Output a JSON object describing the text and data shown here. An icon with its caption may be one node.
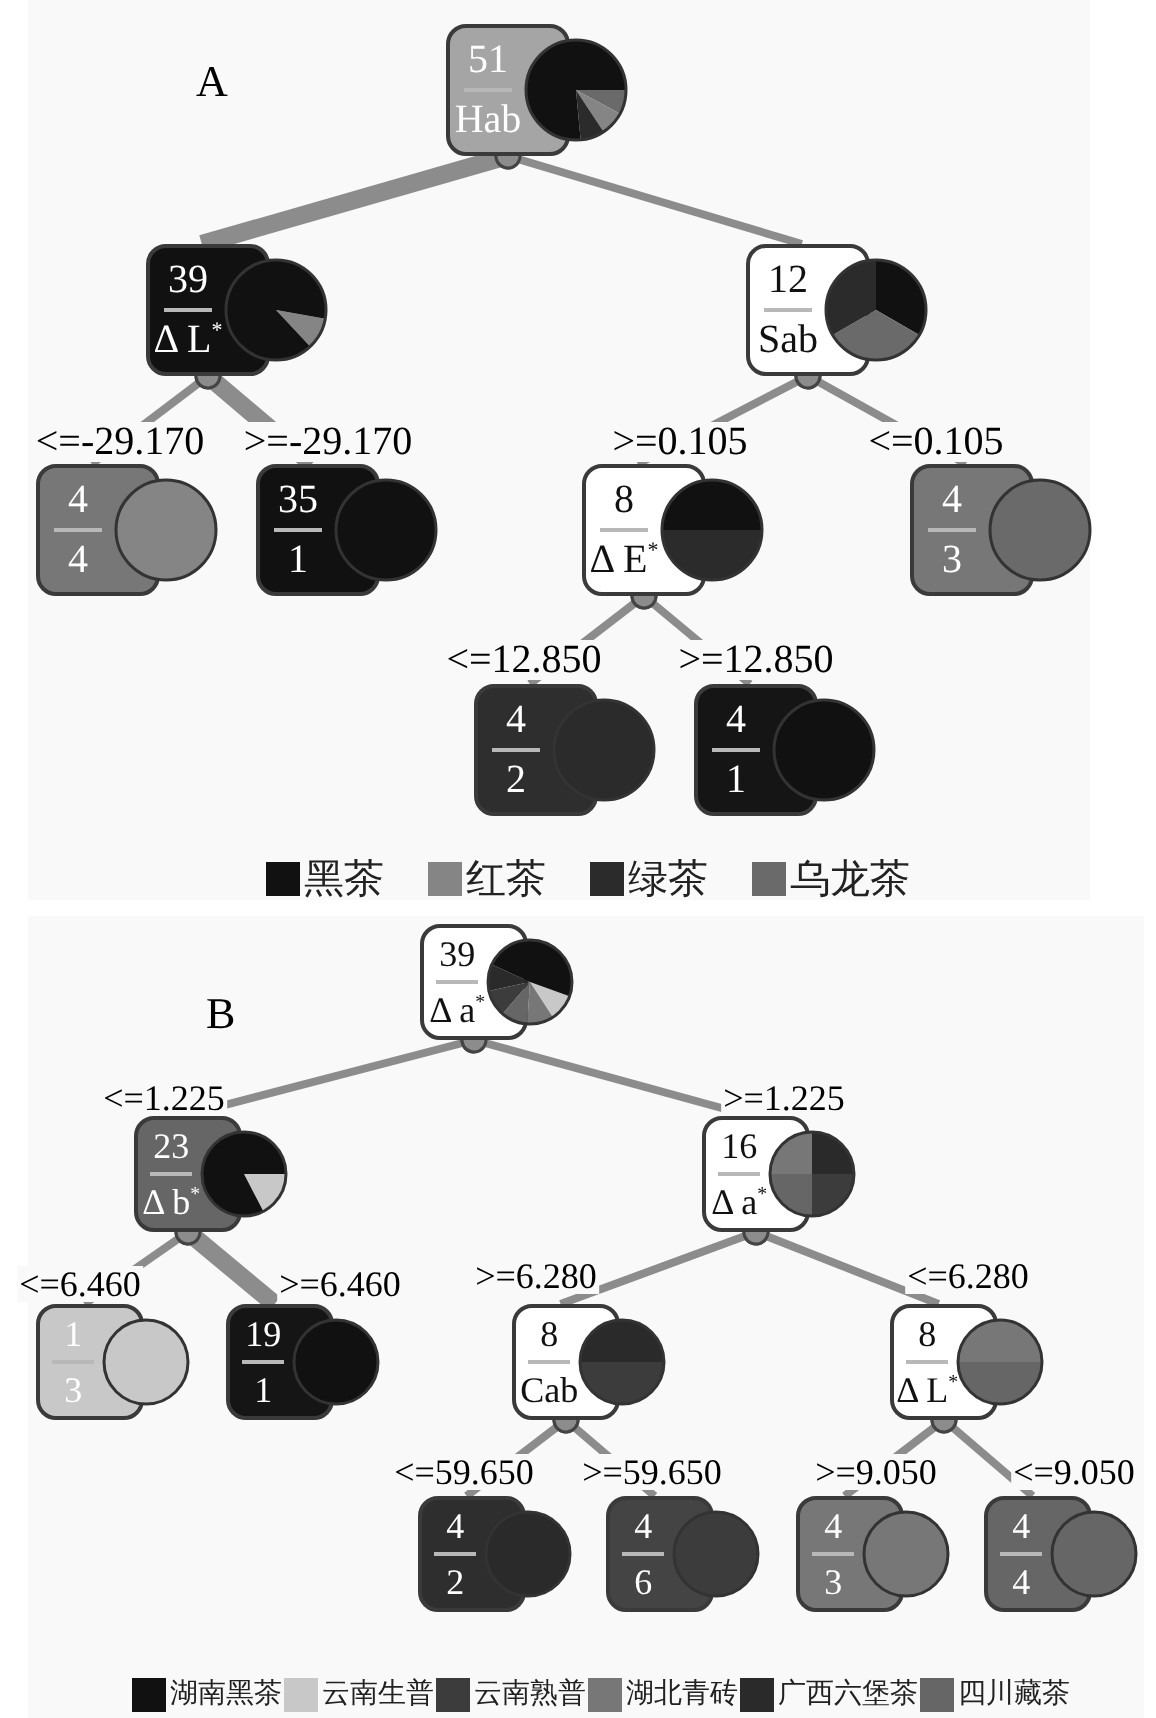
{
  "diagram": {
    "nodes": [
      {
        "text": [
          "51",
          "Hab"
        ]
      },
      {
        "text": [
          "39",
          "Δ L$^{*}$"
        ]
      },
      {
        "text": [
          "12",
          "Sab"
        ]
      },
      {
        "text": [
          "4",
          "4"
        ]
      },
      {
        "text": [
          "35",
          "1"
        ]
      },
      {
        "text": [
          "8",
          "Δ E$^{*}$"
        ]
      },
      {
        "text": [
          "4",
          "3"
        ]
      },
      {
        "text": [
          "4",
          "2"
        ]
      },
      {
        "text": [
          "4",
          "1"
        ]
      },
      {
        "text": [
          "39",
          "Δ a$^{*}$"
        ]
      },
      {
        "text": [
          "23",
          "Δ b$^{*}$"
        ]
      },
      {
        "text": [
          "16",
          "Δ a$^{*}$"
        ]
      },
      {
        "text": [
          "1",
          "3"
        ]
      },
      {
        "text": [
          "19",
          "1"
        ]
      },
      {
        "text": [
          "8",
          "Cab"
        ]
      },
      {
        "text": [
          "8",
          "Δ L$^{*}$"
        ]
      },
      {
        "text": [
          "4",
          "2"
        ]
      },
      {
        "text": [
          "4",
          "6"
        ]
      },
      {
        "text": [
          "4",
          "3"
        ]
      },
      {
        "text": [
          "4",
          "4"
        ]
      }
    ],
    "edges": [
      {
        "from": 0,
        "to": 1,
        "arrow": "other",
        "style": "thick"
      },
      {
        "from": 0,
        "to": 2,
        "arrow": "other"
      },
      {
        "from": 1,
        "to": 3,
        "label": "<=-29.170",
        "arrow": "other"
      },
      {
        "from": 1,
        "to": 4,
        "label": ">=-29.170",
        "arrow": "other",
        "style": "thick"
      },
      {
        "from": 2,
        "to": 5,
        "label": ">=0.105",
        "arrow": "other"
      },
      {
        "from": 2,
        "to": 6,
        "label": "<=0.105",
        "arrow": "other"
      },
      {
        "from": 5,
        "to": 7,
        "label": "<=12.850",
        "arrow": "other"
      },
      {
        "from": 5,
        "to": 8,
        "label": ">=12.850",
        "arrow": "other"
      },
      {
        "from": 9,
        "to": 10,
        "label": "<=1.225",
        "arrow": "other"
      },
      {
        "from": 9,
        "to": 11,
        "label": ">=1.225",
        "arrow": "other"
      },
      {
        "from": 10,
        "to": 12,
        "label": "<=6.460",
        "arrow": "other"
      },
      {
        "from": 10,
        "to": 13,
        "label": ">=6.460",
        "arrow": "other",
        "style": "thick"
      },
      {
        "from": 11,
        "to": 14,
        "label": ">=6.280",
        "arrow": "other"
      },
      {
        "from": 11,
        "to": 15,
        "label": "<=6.280",
        "arrow": "other"
      },
      {
        "from": 14,
        "to": 16,
        "label": "<=59.650",
        "arrow": "other"
      },
      {
        "from": 14,
        "to": 17,
        "label": ">=59.650",
        "arrow": "other"
      },
      {
        "from": 15,
        "to": 18,
        "label": ">=9.050",
        "arrow": "other"
      },
      {
        "from": 15,
        "to": 19,
        "label": "<=9.050",
        "arrow": "other"
      }
    ],
    "labels": [
      "A",
      "B"
    ],
    "legend": [
      {
        "text": "黑茶",
        "color": "#111111"
      },
      {
        "text": "红茶",
        "color": "#858585"
      },
      {
        "text": "绿茶",
        "color": "#2b2b2b"
      },
      {
        "text": "乌龙茶",
        "color": "#6a6a6a"
      },
      {
        "text": "湖南黑茶",
        "color": "#111111"
      },
      {
        "text": "云南生普",
        "color": "#c8c8c8"
      },
      {
        "text": "云南熟普",
        "color": "#3c3c3c"
      },
      {
        "text": "湖北青砖",
        "color": "#777777"
      },
      {
        "text": "广西六堡茶",
        "color": "#2a2a2a"
      },
      {
        "text": "四川藏茶",
        "color": "#666666"
      }
    ]
  }
}
